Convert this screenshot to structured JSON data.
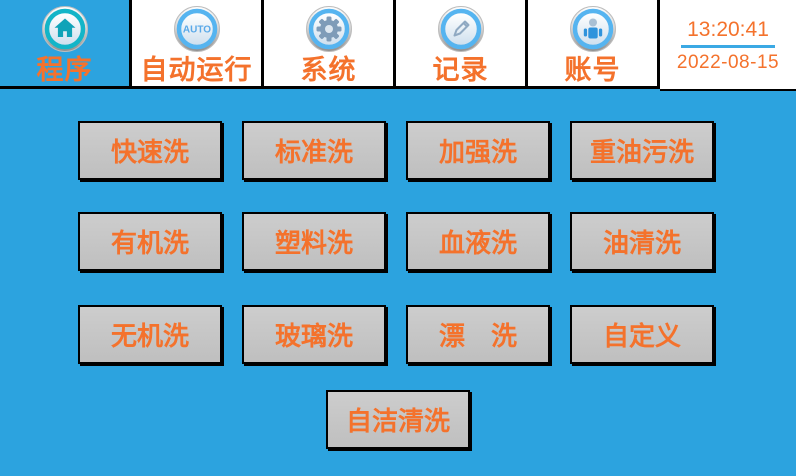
{
  "header": {
    "tabs": [
      {
        "label": "程序",
        "icon": "home-icon",
        "active": true
      },
      {
        "label": "自动运行",
        "icon": "auto-icon",
        "active": false
      },
      {
        "label": "系统",
        "icon": "gear-icon",
        "active": false
      },
      {
        "label": "记录",
        "icon": "pencil-icon",
        "active": false
      },
      {
        "label": "账号",
        "icon": "user-icon",
        "active": false
      }
    ],
    "clock": {
      "time": "13:20:41",
      "date": "2022-08-15"
    }
  },
  "programs": {
    "rows": [
      [
        "快速洗",
        "标准洗",
        "加强洗",
        "重油污洗"
      ],
      [
        "有机洗",
        "塑料洗",
        "血液洗",
        "油清洗"
      ],
      [
        "无机洗",
        "玻璃洗",
        "漂　洗",
        "自定义"
      ]
    ],
    "self_clean": "自洁清洗"
  },
  "colors": {
    "background_blue": "#2CA3DF",
    "accent_orange": "#F4722C",
    "button_gray": "#C6C6C6",
    "ring_teal": "#13B5C8",
    "ring_blue": "#55B4F0",
    "underline_blue": "#3BA9E4"
  }
}
